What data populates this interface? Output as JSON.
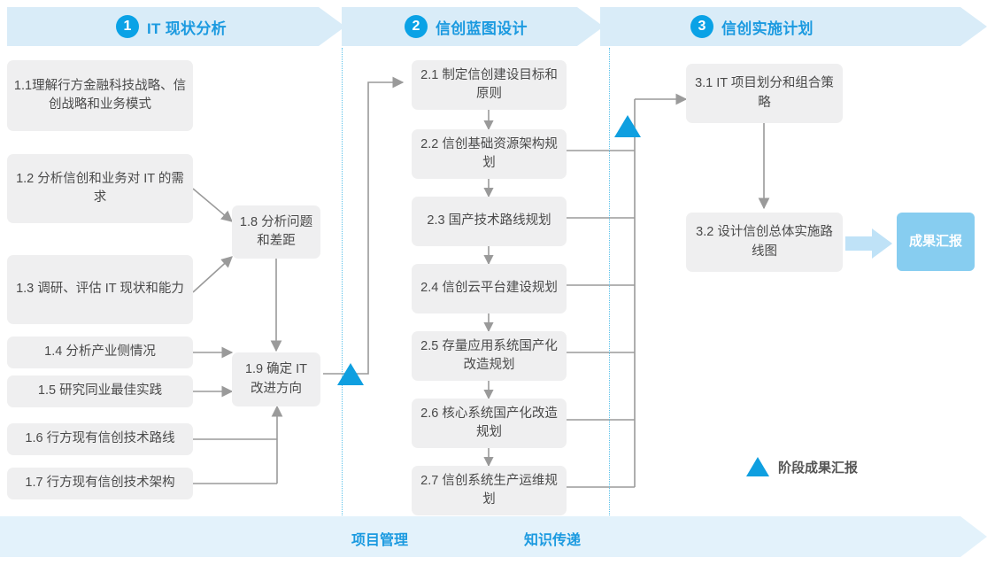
{
  "header": {
    "phases": [
      {
        "num": "1",
        "label": "IT 现状分析"
      },
      {
        "num": "2",
        "label": "信创蓝图设计"
      },
      {
        "num": "3",
        "label": "信创实施计划"
      }
    ]
  },
  "footer": {
    "labels": [
      "项目管理",
      "知识传递"
    ]
  },
  "legend": {
    "milestone_label": "阶段成果汇报"
  },
  "phase1": {
    "nodes": [
      {
        "id": "1.1",
        "text": "1.1理解行方金融科技战略、信创战略和业务模式"
      },
      {
        "id": "1.2",
        "text": "1.2 分析信创和业务对 IT 的需求"
      },
      {
        "id": "1.3",
        "text": "1.3 调研、评估 IT 现状和能力"
      },
      {
        "id": "1.4",
        "text": "1.4 分析产业侧情况"
      },
      {
        "id": "1.5",
        "text": "1.5 研究同业最佳实践"
      },
      {
        "id": "1.6",
        "text": "1.6 行方现有信创技术路线"
      },
      {
        "id": "1.7",
        "text": "1.7 行方现有信创技术架构"
      },
      {
        "id": "1.8",
        "text": "1.8 分析问题和差距"
      },
      {
        "id": "1.9",
        "text": "1.9 确定 IT 改进方向"
      }
    ]
  },
  "phase2": {
    "nodes": [
      {
        "id": "2.1",
        "text": "2.1 制定信创建设目标和原则"
      },
      {
        "id": "2.2",
        "text": "2.2 信创基础资源架构规划"
      },
      {
        "id": "2.3",
        "text": "2.3 国产技术路线规划"
      },
      {
        "id": "2.4",
        "text": "2.4 信创云平台建设规划"
      },
      {
        "id": "2.5",
        "text": "2.5 存量应用系统国产化改造规划"
      },
      {
        "id": "2.6",
        "text": "2.6 核心系统国产化改造规划"
      },
      {
        "id": "2.7",
        "text": "2.7 信创系统生产运维规划"
      }
    ]
  },
  "phase3": {
    "nodes": [
      {
        "id": "3.1",
        "text": "3.1 IT 项目划分和组合策略"
      },
      {
        "id": "3.2",
        "text": "3.2 设计信创总体实施路线图"
      }
    ],
    "result": {
      "text": "成果汇报"
    }
  },
  "colors": {
    "banner": "#d9ecf8",
    "accent": "#1b9ae0",
    "milestone": "#0f9fe0",
    "node_fill": "#efeff0",
    "result_fill": "#87cdf0",
    "connector": "#9a9a9a"
  }
}
